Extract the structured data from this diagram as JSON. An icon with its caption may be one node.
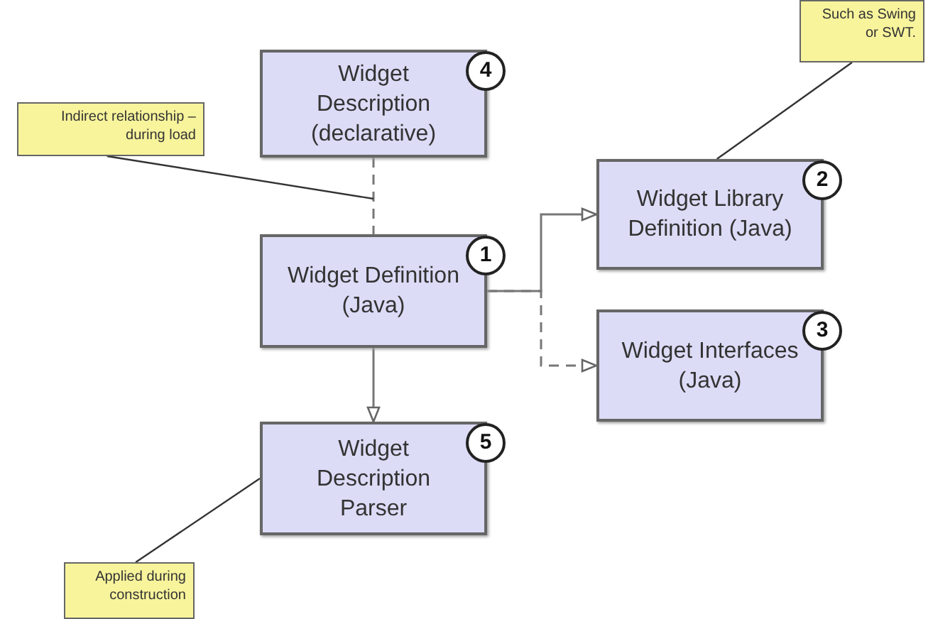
{
  "diagram": {
    "nodes": [
      {
        "text": [
          "Such as Swing or SWT."
        ]
      },
      {
        "text": [
          "Widget Description (declarative)",
          "4"
        ]
      },
      {
        "text": [
          "Indirect relationship – during load"
        ]
      },
      {
        "text": [
          "Widget Library Definition (Java)",
          "2"
        ]
      },
      {
        "text": [
          "Widget Definition (Java)",
          "1"
        ]
      },
      {
        "text": [
          "Widget Interfaces (Java)",
          "3"
        ]
      },
      {
        "text": [
          "Widget Description Parser",
          "5"
        ]
      },
      {
        "text": [
          "Applied during construction"
        ]
      }
    ],
    "edges": [
      {
        "from": 1,
        "to": 4,
        "arrow": "none",
        "style": "dashed"
      },
      {
        "from": 2,
        "to": null,
        "arrow": "none"
      },
      {
        "from": 0,
        "to": 3,
        "arrow": "none"
      },
      {
        "from": 4,
        "to": 3,
        "arrow": "to"
      },
      {
        "from": 4,
        "to": 5,
        "arrow": "to",
        "style": "dashed"
      },
      {
        "from": 4,
        "to": 6,
        "arrow": "to"
      },
      {
        "from": 7,
        "to": 6,
        "arrow": "none"
      }
    ]
  }
}
